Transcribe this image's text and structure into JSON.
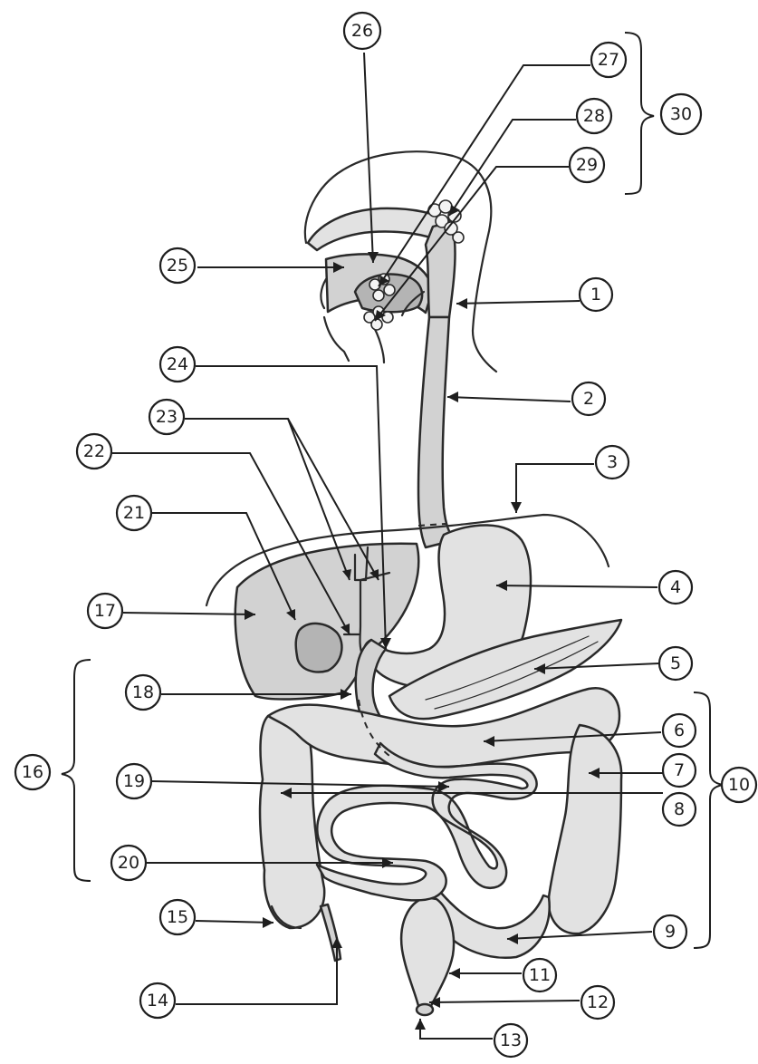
{
  "diagram": {
    "callouts": [
      {
        "id": "1",
        "label": "1"
      },
      {
        "id": "2",
        "label": "2"
      },
      {
        "id": "3",
        "label": "3"
      },
      {
        "id": "4",
        "label": "4"
      },
      {
        "id": "5",
        "label": "5"
      },
      {
        "id": "6",
        "label": "6"
      },
      {
        "id": "7",
        "label": "7"
      },
      {
        "id": "8",
        "label": "8"
      },
      {
        "id": "9",
        "label": "9"
      },
      {
        "id": "10",
        "label": "10"
      },
      {
        "id": "11",
        "label": "11"
      },
      {
        "id": "12",
        "label": "12"
      },
      {
        "id": "13",
        "label": "13"
      },
      {
        "id": "14",
        "label": "14"
      },
      {
        "id": "15",
        "label": "15"
      },
      {
        "id": "16",
        "label": "16"
      },
      {
        "id": "17",
        "label": "17"
      },
      {
        "id": "18",
        "label": "18"
      },
      {
        "id": "19",
        "label": "19"
      },
      {
        "id": "20",
        "label": "20"
      },
      {
        "id": "21",
        "label": "21"
      },
      {
        "id": "22",
        "label": "22"
      },
      {
        "id": "23",
        "label": "23"
      },
      {
        "id": "24",
        "label": "24"
      },
      {
        "id": "25",
        "label": "25"
      },
      {
        "id": "26",
        "label": "26"
      },
      {
        "id": "27",
        "label": "27"
      },
      {
        "id": "28",
        "label": "28"
      },
      {
        "id": "29",
        "label": "29"
      },
      {
        "id": "30",
        "label": "30"
      }
    ]
  }
}
